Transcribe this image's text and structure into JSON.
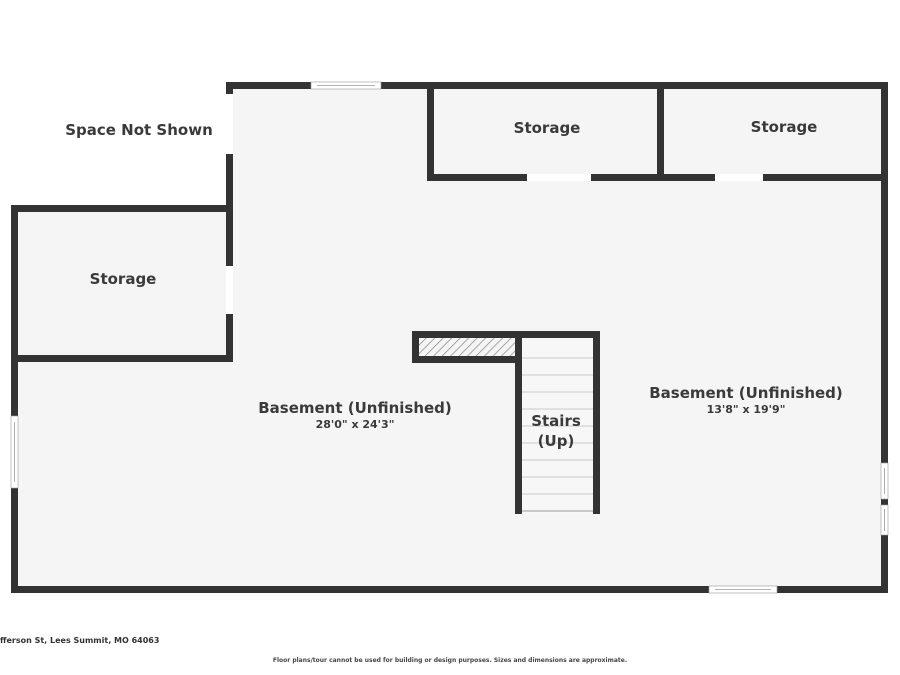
{
  "floorplan": {
    "colors": {
      "wall": "#333333",
      "floor": "#f5f5f5",
      "background": "#ffffff",
      "text": "#3a3a3a",
      "stair_line": "#c8c8c8",
      "hatch": "#888888"
    },
    "rooms": [
      {
        "id": "space-not-shown",
        "name": "Space Not Shown",
        "dimensions": ""
      },
      {
        "id": "storage-top-middle",
        "name": "Storage",
        "dimensions": ""
      },
      {
        "id": "storage-top-right",
        "name": "Storage",
        "dimensions": ""
      },
      {
        "id": "storage-left",
        "name": "Storage",
        "dimensions": ""
      },
      {
        "id": "basement-left",
        "name": "Basement (Unfinished)",
        "dimensions": "28'0\" x 24'3\""
      },
      {
        "id": "basement-right",
        "name": "Basement (Unfinished)",
        "dimensions": "13'8\" x 19'9\""
      },
      {
        "id": "stairs",
        "name": "Stairs",
        "direction": "(Up)",
        "dimensions": ""
      }
    ]
  },
  "footer": {
    "address": "fferson St, Lees Summit, MO 64063",
    "disclaimer": "Floor plans/tour cannot be used for building or design purposes. Sizes and dimensions are approximate."
  }
}
